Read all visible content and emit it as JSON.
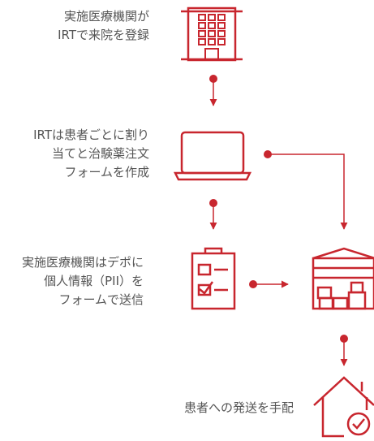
{
  "accent_color": "#c8262e",
  "text_color": "#555555",
  "steps": [
    {
      "id": "register",
      "icon": "hospital-building-icon",
      "lines": [
        "実施医療機関が",
        "IRTで来院を登録"
      ]
    },
    {
      "id": "order",
      "icon": "laptop-icon",
      "lines": [
        "IRTは患者ごとに割り",
        "当てと治験薬注文",
        "フォームを作成"
      ]
    },
    {
      "id": "send",
      "icon": "clipboard-checklist-icon",
      "lines": [
        "実施医療機関はデポに",
        "個人情報（PII）を",
        "フォームで送信"
      ]
    },
    {
      "id": "depot",
      "icon": "warehouse-depot-icon",
      "lines": []
    },
    {
      "id": "ship",
      "icon": "home-check-icon",
      "lines": [
        "患者への発送を手配"
      ]
    }
  ]
}
